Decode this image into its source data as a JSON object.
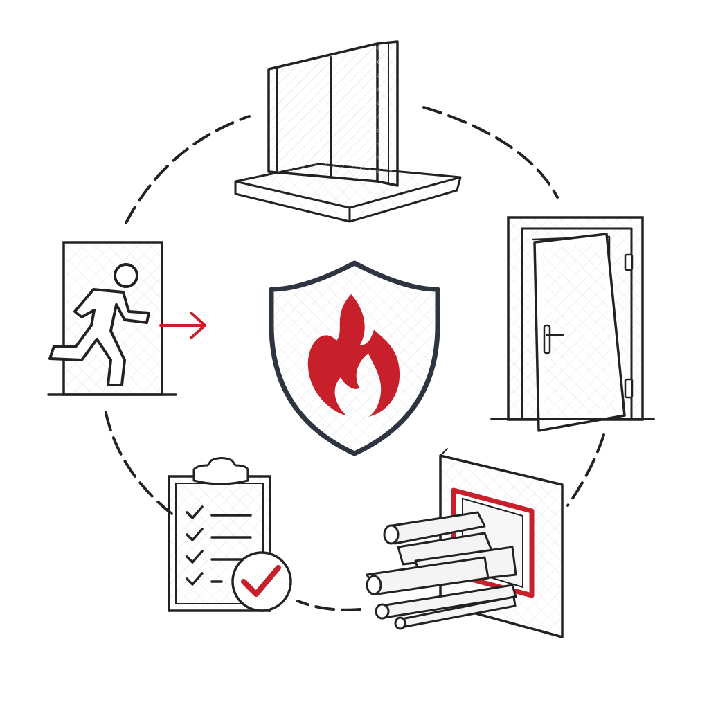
{
  "diagram": {
    "center": {
      "icon": "shield-flame-icon",
      "accent_color": "#c8202a",
      "outline_color": "#2e3440"
    },
    "cycle": {
      "style": "dashed-circle",
      "color": "#222222"
    },
    "nodes": [
      {
        "id": "fire-wall",
        "icon": "fire-wall-icon"
      },
      {
        "id": "fire-door",
        "icon": "fire-door-icon"
      },
      {
        "id": "penetration-seal",
        "icon": "pipe-penetration-seal-icon",
        "accent_color": "#c8202a"
      },
      {
        "id": "inspection-checklist",
        "icon": "checklist-clipboard-icon",
        "accent_color": "#c8202a"
      },
      {
        "id": "emergency-exit",
        "icon": "emergency-exit-icon",
        "accent_color": "#c8202a"
      }
    ]
  }
}
